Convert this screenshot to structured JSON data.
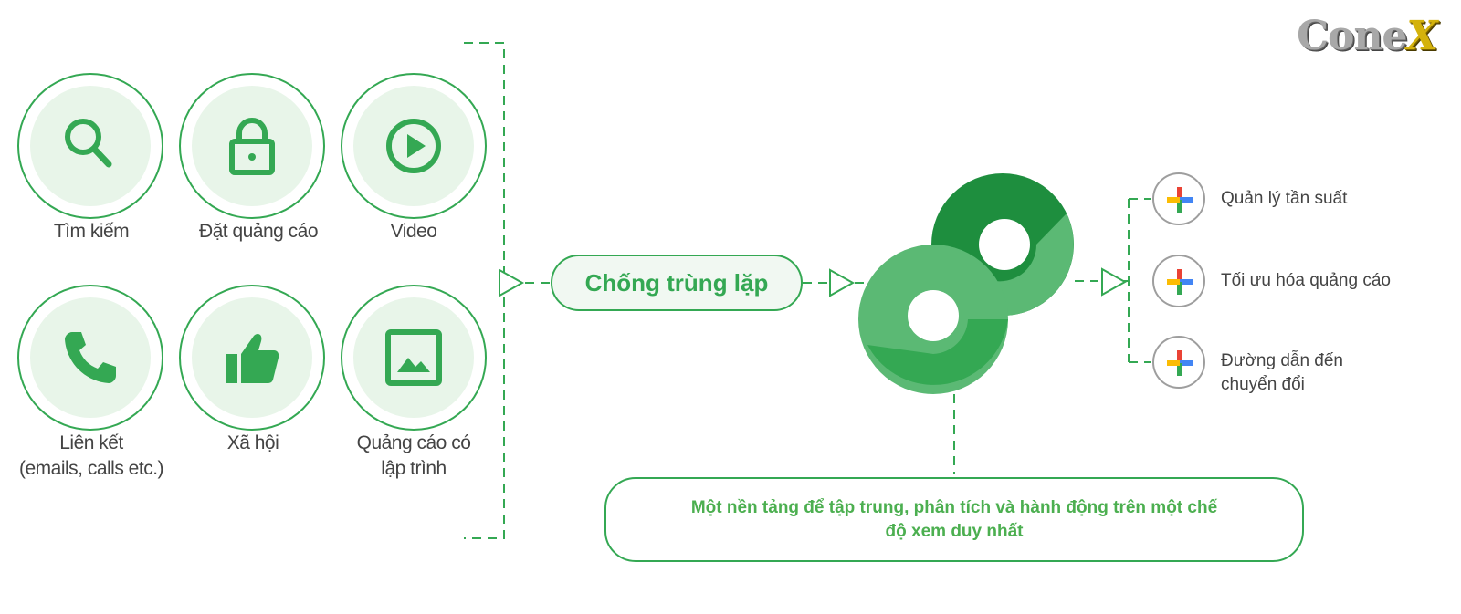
{
  "logo": {
    "text_main": "Cone",
    "text_accent": "X"
  },
  "sources": [
    {
      "label": "Tìm kiếm",
      "icon": "search-icon"
    },
    {
      "label": "Đặt quảng cáo",
      "icon": "lock-icon"
    },
    {
      "label": "Video",
      "icon": "play-icon"
    },
    {
      "label": "Liên kết\n(emails, calls etc.)",
      "icon": "phone-icon"
    },
    {
      "label": "Xã hội",
      "icon": "thumbs-up-icon"
    },
    {
      "label": "Quảng cáo có\nlập trình",
      "icon": "image-icon"
    }
  ],
  "center": {
    "label": "Chống trùng lặp"
  },
  "platform": {
    "icon": "campaign-manager-logo"
  },
  "outputs": [
    {
      "label": "Quản lý tần suất",
      "icon": "google-plus-icon"
    },
    {
      "label": "Tối ưu hóa quảng cáo",
      "icon": "google-plus-icon"
    },
    {
      "label": "Đường dẫn đến\nchuyển đổi",
      "icon": "google-plus-icon"
    }
  ],
  "summary": {
    "text": "Một nền tảng để tập trung, phân tích và hành động trên một chế độ xem duy nhất"
  },
  "colors": {
    "primary_green": "#34a853",
    "dark_green": "#1e8e3e",
    "light_green": "#5bb974",
    "circle_fill": "#e8f5e9",
    "google_red": "#ea4335",
    "google_blue": "#4285f4",
    "google_yellow": "#fbbc04",
    "google_green": "#34a853"
  }
}
